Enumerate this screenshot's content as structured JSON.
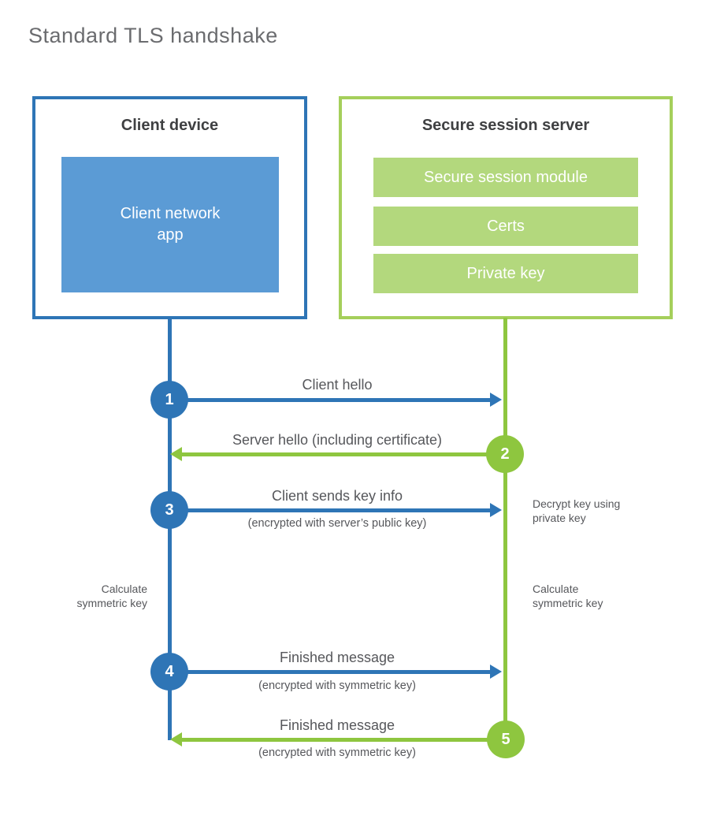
{
  "title": "Standard TLS handshake",
  "colors": {
    "blue_stroke": "#2e75b6",
    "blue_fill": "#5b9bd5",
    "green_stroke": "#8ec63f",
    "green_border": "#a5cf5b",
    "green_fill": "#b3d87d",
    "heading_text": "#3f4042",
    "label_text": "#56575b",
    "title_text": "#6b6c6f"
  },
  "client_box": {
    "title": "Client device",
    "app_label": "Client network\napp"
  },
  "server_box": {
    "title": "Secure session server",
    "modules": [
      "Secure session module",
      "Certs",
      "Private key"
    ]
  },
  "steps": [
    {
      "num": "1",
      "actor": "client",
      "direction": "right",
      "label": "Client hello",
      "sublabel": ""
    },
    {
      "num": "2",
      "actor": "server",
      "direction": "left",
      "label": "Server hello (including certificate)",
      "sublabel": ""
    },
    {
      "num": "3",
      "actor": "client",
      "direction": "right",
      "label": "Client sends key info",
      "sublabel": "(encrypted with server’s public key)"
    },
    {
      "num": "4",
      "actor": "client",
      "direction": "right",
      "label": "Finished message",
      "sublabel": "(encrypted with symmetric key)"
    },
    {
      "num": "5",
      "actor": "server",
      "direction": "left",
      "label": "Finished message",
      "sublabel": "(encrypted with symmetric key)"
    }
  ],
  "annotations": {
    "decrypt_note": "Decrypt key using\nprivate key",
    "calculate_left": "Calculate\nsymmetric key",
    "calculate_right": "Calculate\nsymmetric key"
  }
}
